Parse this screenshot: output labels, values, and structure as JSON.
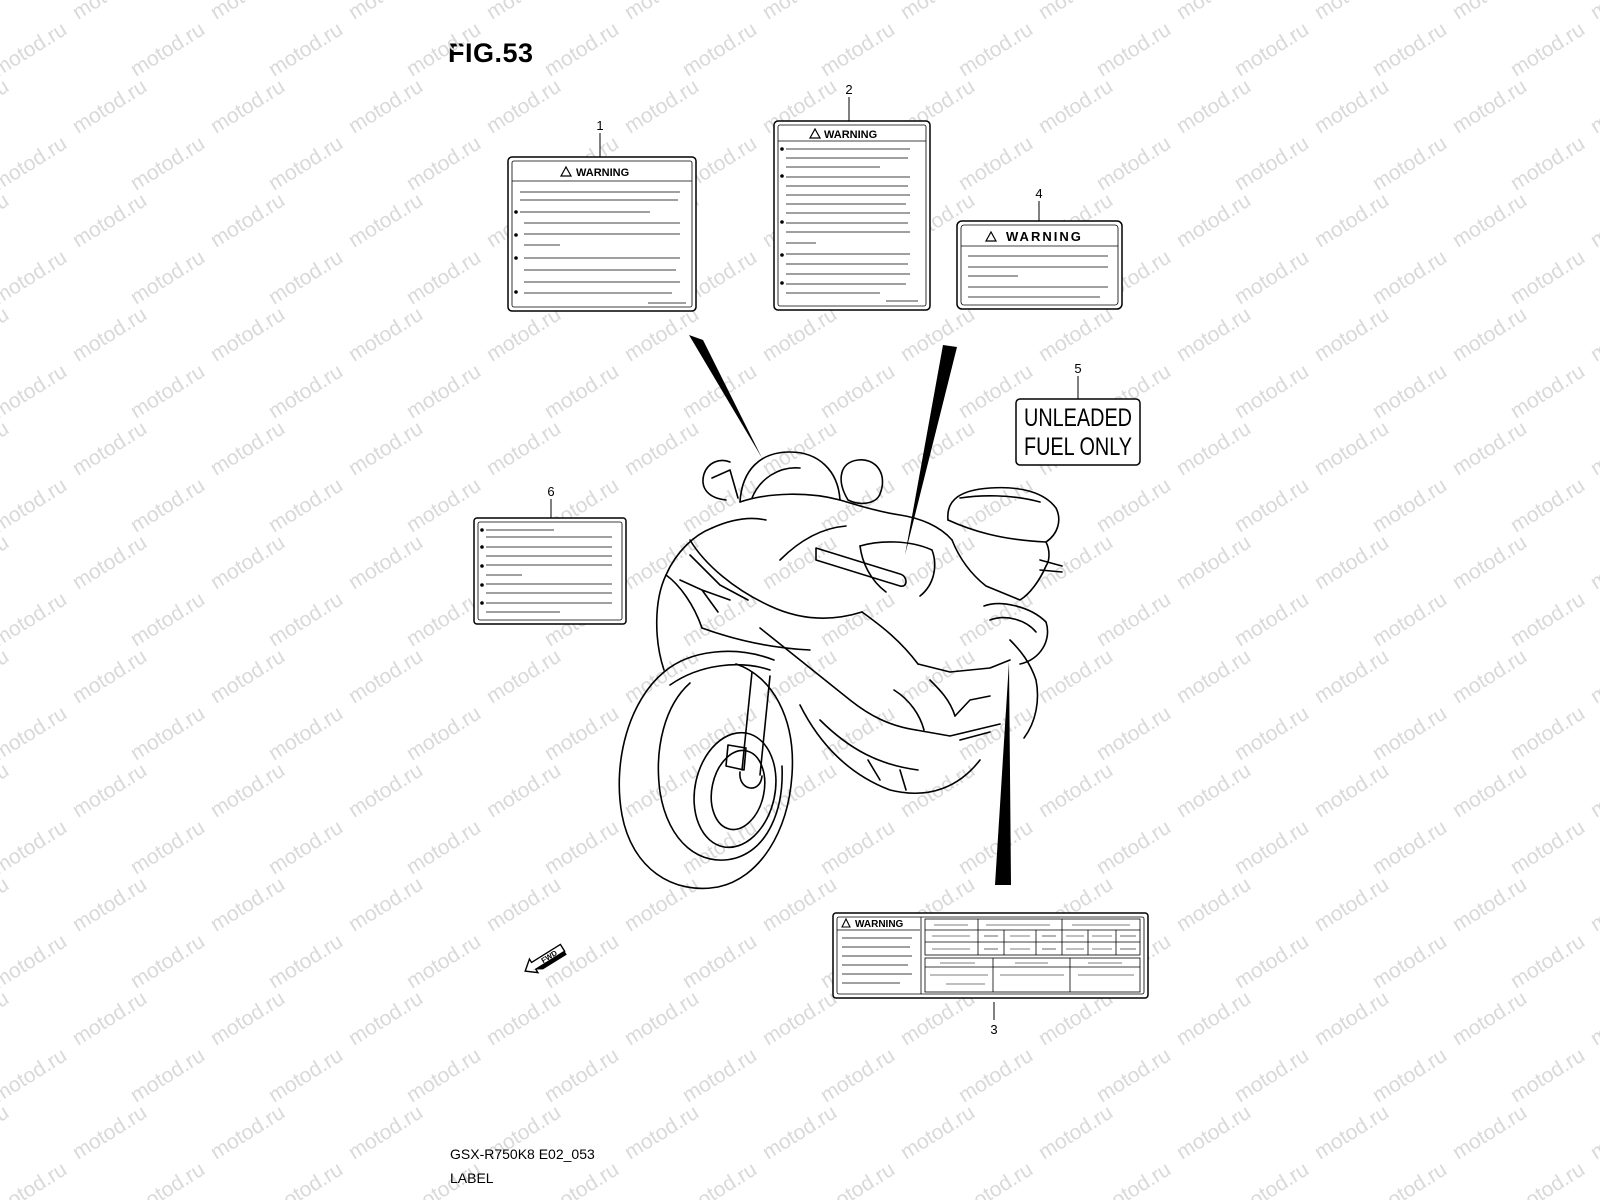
{
  "figure": {
    "title": "FIG.53",
    "model_code": "GSX-R750K8 E02_053",
    "section_name": "LABEL"
  },
  "watermark": {
    "text": "motod.ru"
  },
  "labels": [
    {
      "number": "1",
      "heading": "WARNING"
    },
    {
      "number": "2",
      "heading": "WARNING"
    },
    {
      "number": "3",
      "heading": "WARNING"
    },
    {
      "number": "4",
      "heading": "WARNING"
    },
    {
      "number": "5",
      "line1": "UNLEADED",
      "line2": "FUEL ONLY"
    },
    {
      "number": "6"
    }
  ],
  "fwd_marker": {
    "text": "FWD"
  }
}
